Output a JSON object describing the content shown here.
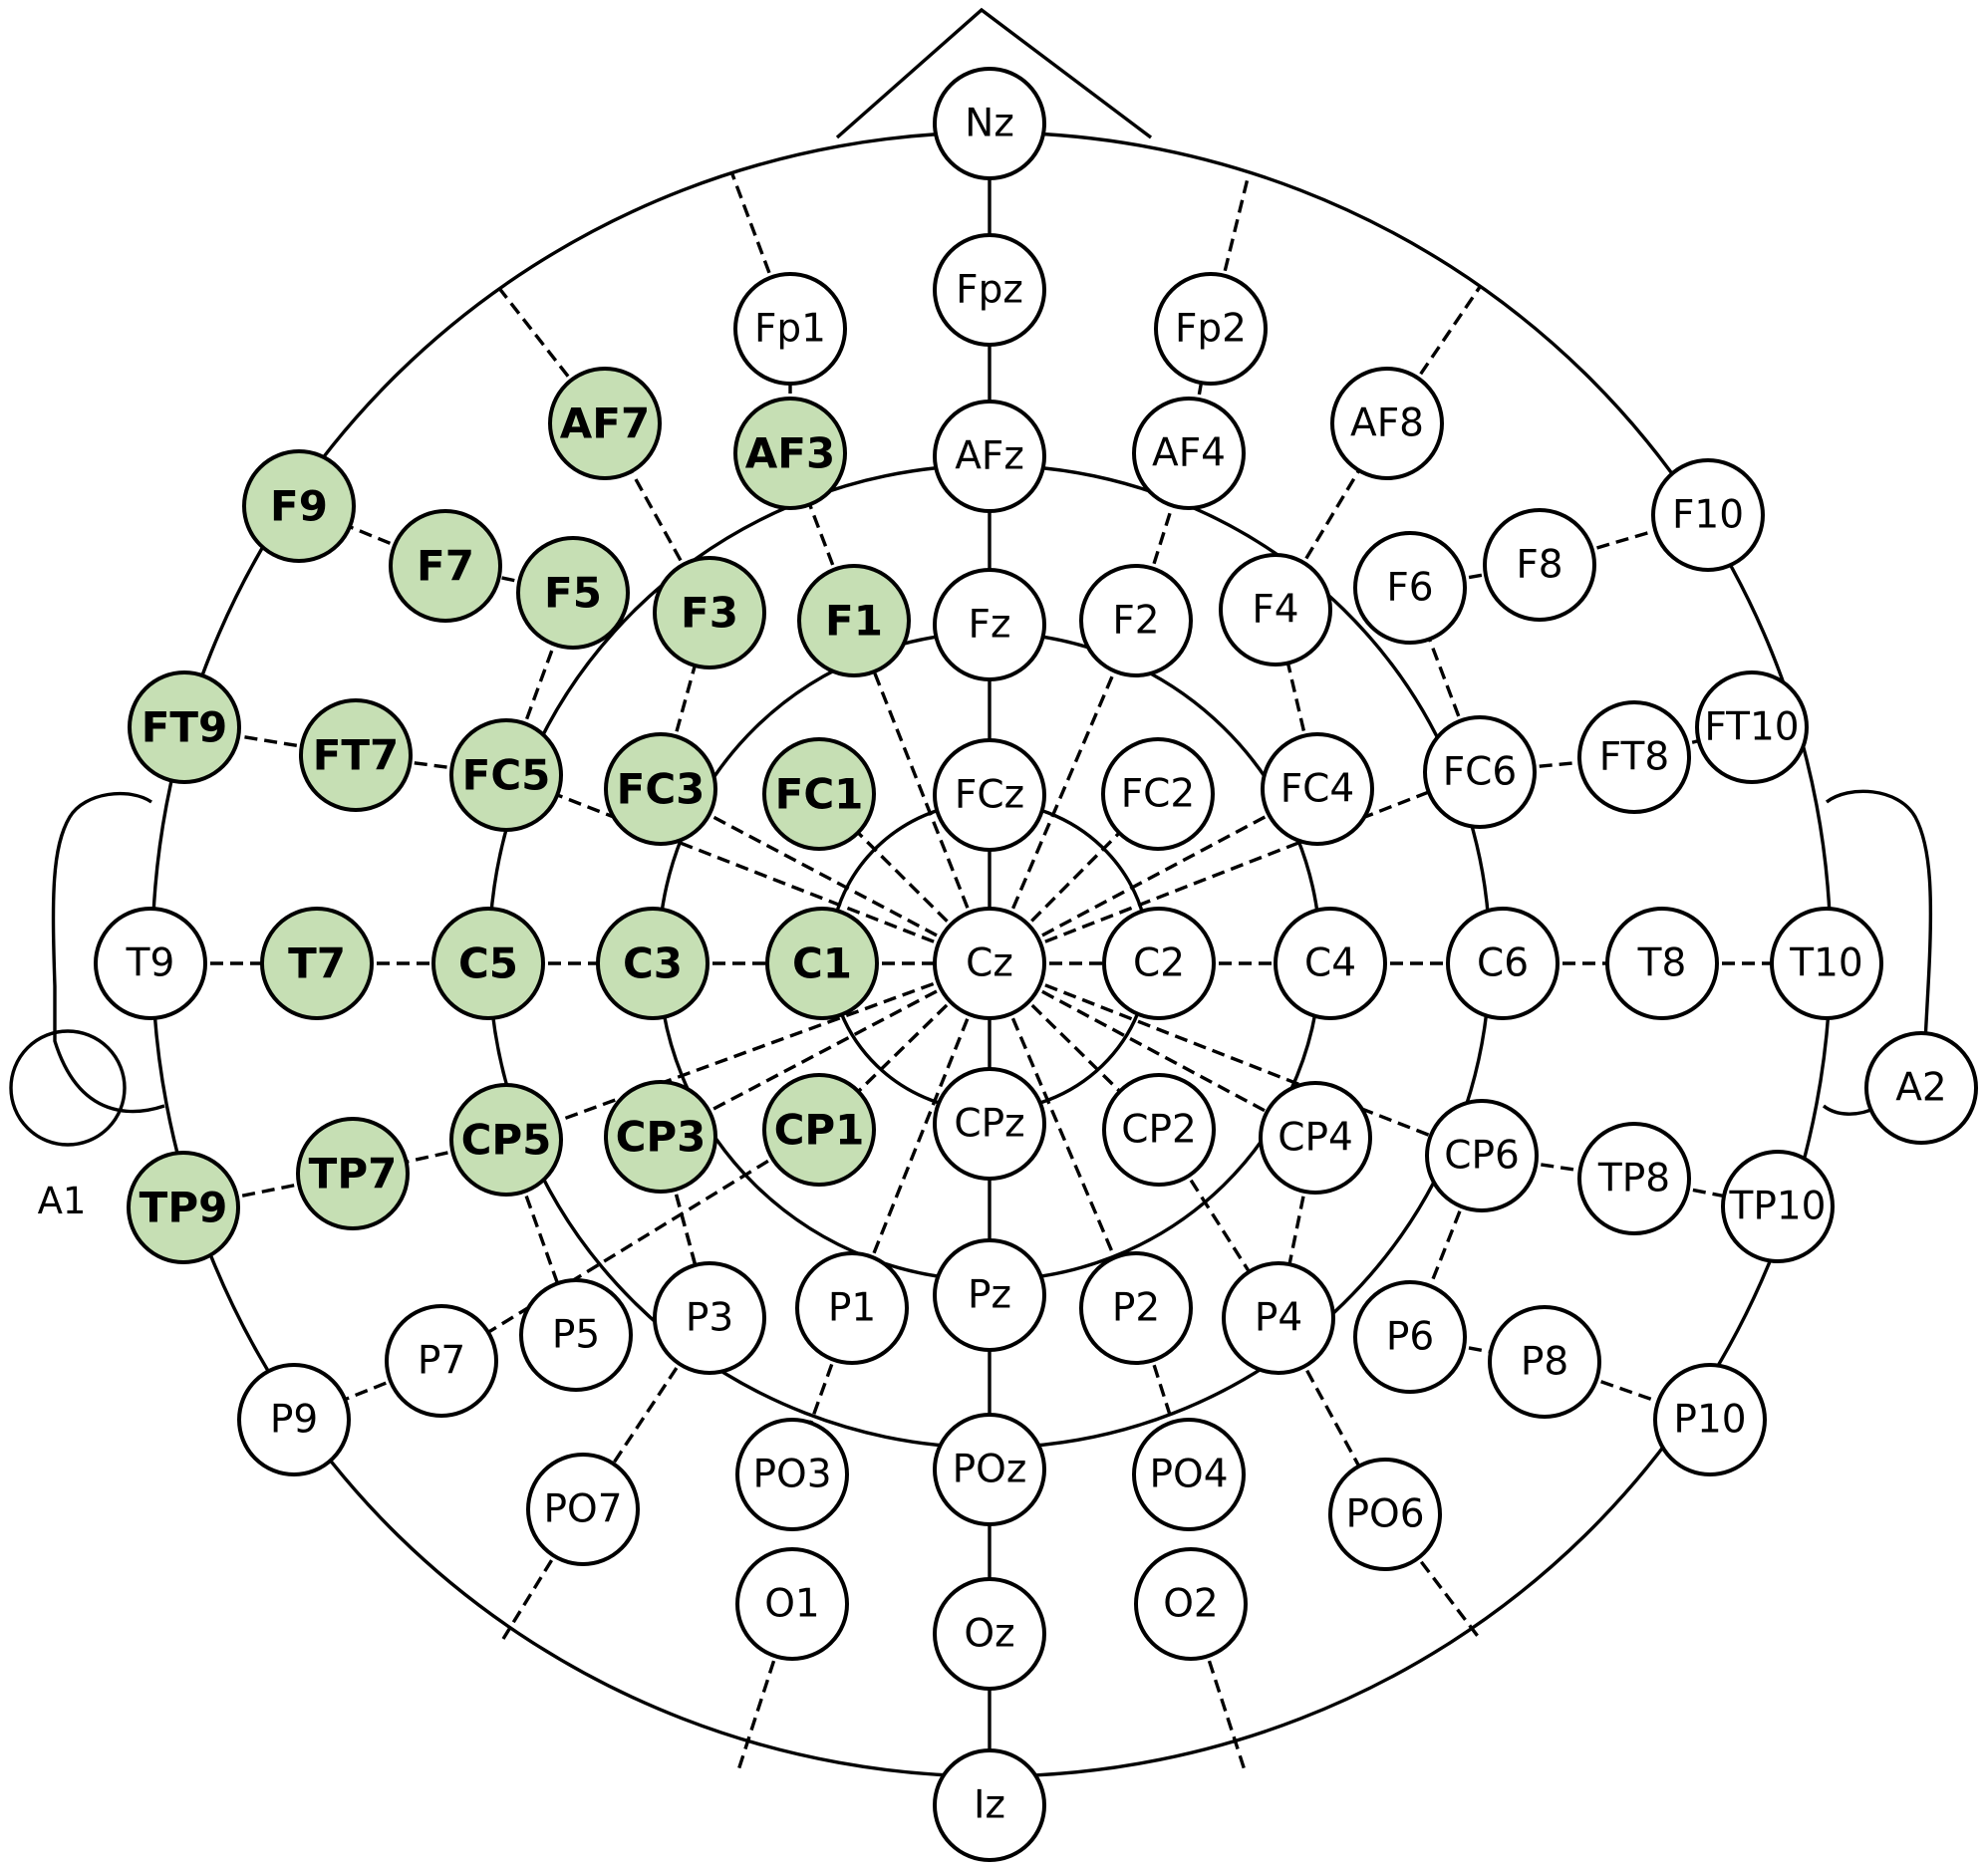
{
  "colors": {
    "selected_fill": "#c6dfb4",
    "unselected_fill": "#ffffff",
    "stroke": "#000000"
  },
  "ear_labels": [
    "A1"
  ],
  "electrodes": [
    {
      "label": "Nz",
      "selected": false
    },
    {
      "label": "Fpz",
      "selected": false
    },
    {
      "label": "Fp1",
      "selected": false
    },
    {
      "label": "Fp2",
      "selected": false
    },
    {
      "label": "AF7",
      "selected": true
    },
    {
      "label": "AF3",
      "selected": true
    },
    {
      "label": "AFz",
      "selected": false
    },
    {
      "label": "AF4",
      "selected": false
    },
    {
      "label": "AF8",
      "selected": false
    },
    {
      "label": "F9",
      "selected": true
    },
    {
      "label": "F7",
      "selected": true
    },
    {
      "label": "F5",
      "selected": true
    },
    {
      "label": "F3",
      "selected": true
    },
    {
      "label": "F1",
      "selected": true
    },
    {
      "label": "Fz",
      "selected": false
    },
    {
      "label": "F2",
      "selected": false
    },
    {
      "label": "F4",
      "selected": false
    },
    {
      "label": "F6",
      "selected": false
    },
    {
      "label": "F8",
      "selected": false
    },
    {
      "label": "F10",
      "selected": false
    },
    {
      "label": "FT9",
      "selected": true
    },
    {
      "label": "FT7",
      "selected": true
    },
    {
      "label": "FC5",
      "selected": true
    },
    {
      "label": "FC3",
      "selected": true
    },
    {
      "label": "FC1",
      "selected": true
    },
    {
      "label": "FCz",
      "selected": false
    },
    {
      "label": "FC2",
      "selected": false
    },
    {
      "label": "FC4",
      "selected": false
    },
    {
      "label": "FC6",
      "selected": false
    },
    {
      "label": "FT8",
      "selected": false
    },
    {
      "label": "FT10",
      "selected": false
    },
    {
      "label": "T9",
      "selected": false
    },
    {
      "label": "T7",
      "selected": true
    },
    {
      "label": "C5",
      "selected": true
    },
    {
      "label": "C3",
      "selected": true
    },
    {
      "label": "C1",
      "selected": true
    },
    {
      "label": "Cz",
      "selected": false
    },
    {
      "label": "C2",
      "selected": false
    },
    {
      "label": "C4",
      "selected": false
    },
    {
      "label": "C6",
      "selected": false
    },
    {
      "label": "T8",
      "selected": false
    },
    {
      "label": "T10",
      "selected": false
    },
    {
      "label": "A2",
      "selected": false
    },
    {
      "label": "TP9",
      "selected": true
    },
    {
      "label": "TP7",
      "selected": true
    },
    {
      "label": "CP5",
      "selected": true
    },
    {
      "label": "CP3",
      "selected": true
    },
    {
      "label": "CP1",
      "selected": true
    },
    {
      "label": "CPz",
      "selected": false
    },
    {
      "label": "CP2",
      "selected": false
    },
    {
      "label": "CP4",
      "selected": false
    },
    {
      "label": "CP6",
      "selected": false
    },
    {
      "label": "TP8",
      "selected": false
    },
    {
      "label": "TP10",
      "selected": false
    },
    {
      "label": "P9",
      "selected": false
    },
    {
      "label": "P7",
      "selected": false
    },
    {
      "label": "P5",
      "selected": false
    },
    {
      "label": "P3",
      "selected": false
    },
    {
      "label": "P1",
      "selected": false
    },
    {
      "label": "Pz",
      "selected": false
    },
    {
      "label": "P2",
      "selected": false
    },
    {
      "label": "P4",
      "selected": false
    },
    {
      "label": "P6",
      "selected": false
    },
    {
      "label": "P8",
      "selected": false
    },
    {
      "label": "P10",
      "selected": false
    },
    {
      "label": "PO7",
      "selected": false
    },
    {
      "label": "PO3",
      "selected": false
    },
    {
      "label": "POz",
      "selected": false
    },
    {
      "label": "PO4",
      "selected": false
    },
    {
      "label": "PO6",
      "selected": false
    },
    {
      "label": "O1",
      "selected": false
    },
    {
      "label": "Oz",
      "selected": false
    },
    {
      "label": "O2",
      "selected": false
    },
    {
      "label": "Iz",
      "selected": false
    }
  ]
}
